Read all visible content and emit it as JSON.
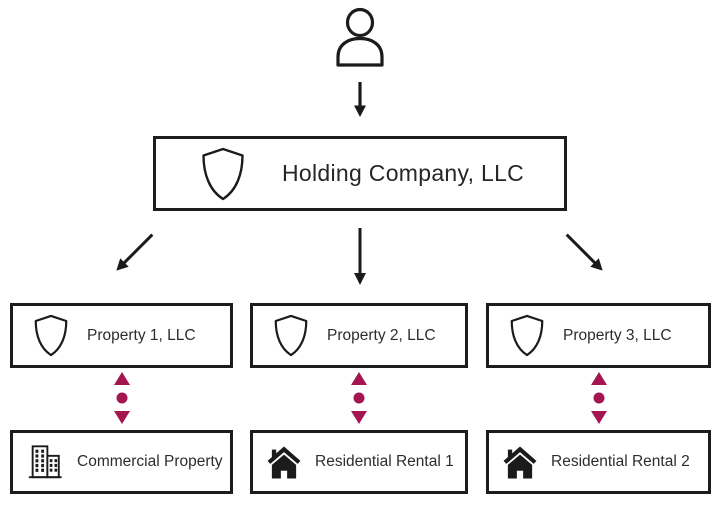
{
  "diagram": {
    "title_hint": "LLC holding company ownership structure",
    "owner": {
      "icon": "person-icon"
    },
    "holding_company": {
      "label": "Holding Company, LLC",
      "icon": "shield-icon"
    },
    "property_entities": [
      {
        "label": "Property 1, LLC",
        "icon": "shield-icon"
      },
      {
        "label": "Property 2, LLC",
        "icon": "shield-icon"
      },
      {
        "label": "Property 3, LLC",
        "icon": "shield-icon"
      }
    ],
    "assets": [
      {
        "label": "Commercial Property",
        "icon": "office-building-icon"
      },
      {
        "label": "Residential Rental 1",
        "icon": "house-icon"
      },
      {
        "label": "Residential Rental 2",
        "icon": "house-icon"
      }
    ],
    "colors": {
      "connector": "#A3164F",
      "line": "#1b1b1b",
      "text": "#2d2d2d",
      "background": "#ffffff"
    }
  }
}
